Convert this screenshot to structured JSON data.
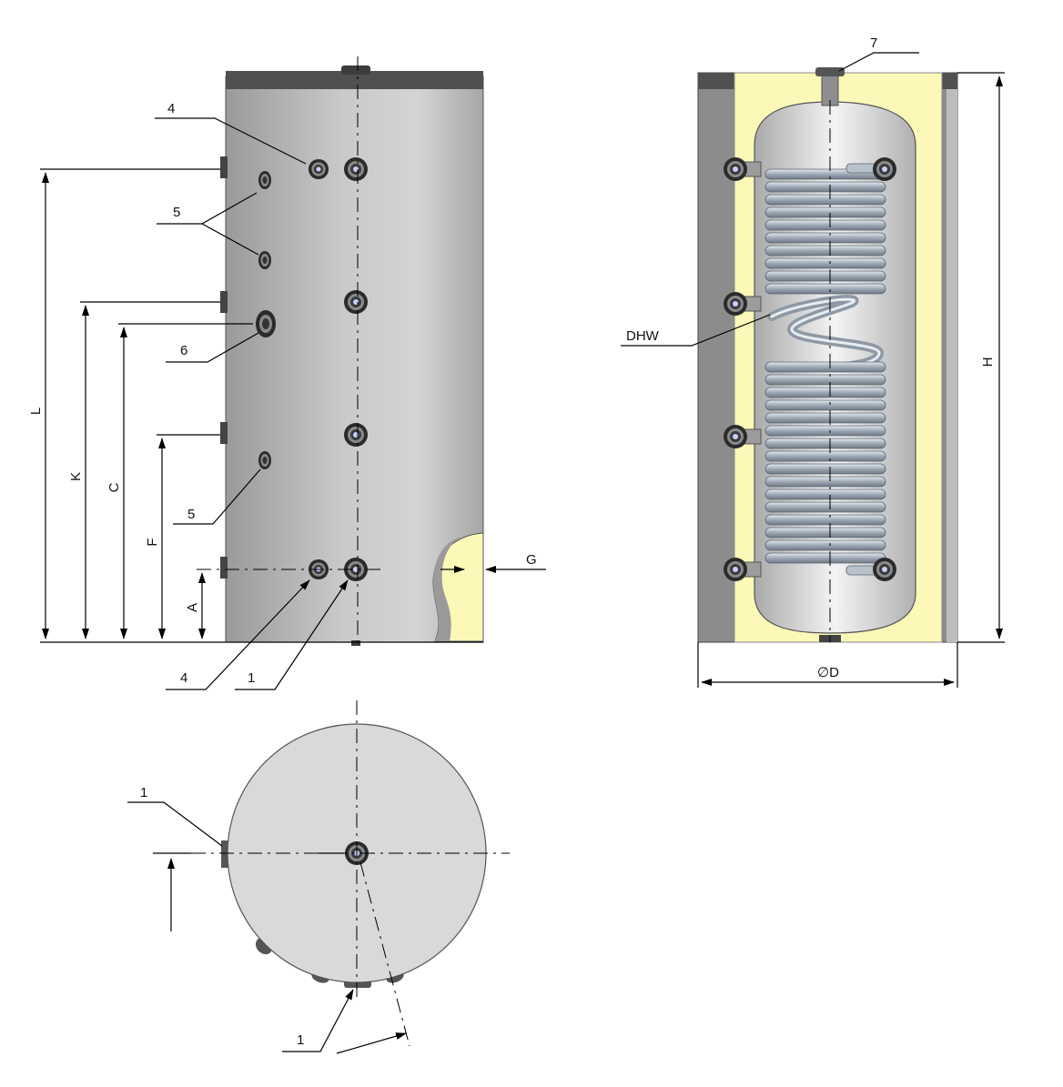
{
  "labels": {
    "side_view": {
      "callout_4_top": "4",
      "callout_5_top": "5",
      "callout_6": "6",
      "callout_5_bottom": "5",
      "callout_4_bottom": "4",
      "callout_1": "1",
      "dim_L": "L",
      "dim_K": "K",
      "dim_C": "C",
      "dim_F": "F",
      "dim_A": "A",
      "dim_G": "G"
    },
    "section_view": {
      "callout_7": "7",
      "callout_dhw": "DHW",
      "dim_H": "H",
      "dim_D": "∅D"
    },
    "top_view": {
      "callout_1_left": "1",
      "callout_1_bottom": "1"
    }
  },
  "colors": {
    "tank_shell": "#bcbcbc",
    "tank_cap": "#505050",
    "insulation": "#fbf8b8",
    "coil": "#a9b3be",
    "top_disc": "#d9d9d9",
    "port": "#2e2e2e"
  },
  "icons": [
    "pipe-port",
    "heat-exchanger-coil",
    "dimension-arrow"
  ]
}
